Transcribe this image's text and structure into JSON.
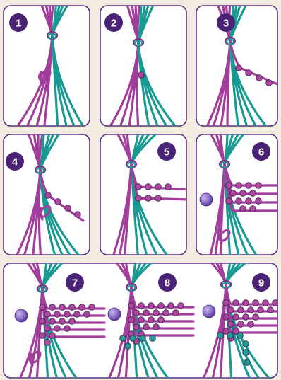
{
  "colors": {
    "background": "#f1ebe0",
    "panel_border": "#5b2d83",
    "badge": "#4a2276",
    "purple_cord": "#a23d9b",
    "teal_cord": "#189a93",
    "bead": "#8d6fc9",
    "knot_purple": "#b0479f",
    "knot_teal": "#1f9e94"
  },
  "steps": [
    {
      "label": "1",
      "description_icon": "loop-purple-cord-icon"
    },
    {
      "label": "2",
      "description_icon": "first-knot-icon"
    },
    {
      "label": "3",
      "description_icon": "diagonal-knot-row-icon"
    },
    {
      "label": "4",
      "description_icon": "second-diagonal-row-icon"
    },
    {
      "label": "5",
      "description_icon": "horizontal-knot-row-icon"
    },
    {
      "label": "6",
      "description_icon": "add-bead-icon"
    },
    {
      "label": "7",
      "description_icon": "knot-grid-icon"
    },
    {
      "label": "8",
      "description_icon": "teal-knots-icon"
    },
    {
      "label": "9",
      "description_icon": "finished-panel-icon"
    }
  ]
}
